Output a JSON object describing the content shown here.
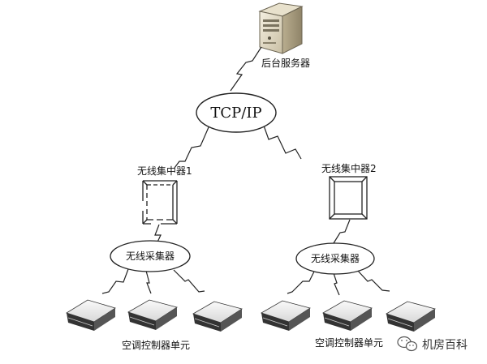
{
  "nodes": {
    "server": {
      "label": "后台服务器"
    },
    "network": {
      "label": "TCP/IP"
    },
    "concentrator_1": {
      "label": "无线集中器1"
    },
    "concentrator_2": {
      "label": "无线集中器2"
    },
    "collector_1": {
      "label": "无线采集器"
    },
    "collector_2": {
      "label": "无线采集器"
    },
    "units_1": {
      "label": "空调控制器单元"
    },
    "units_2": {
      "label": "空调控制器单元"
    }
  },
  "watermark": {
    "text": "机房百科",
    "icon": "wechat-icon"
  }
}
